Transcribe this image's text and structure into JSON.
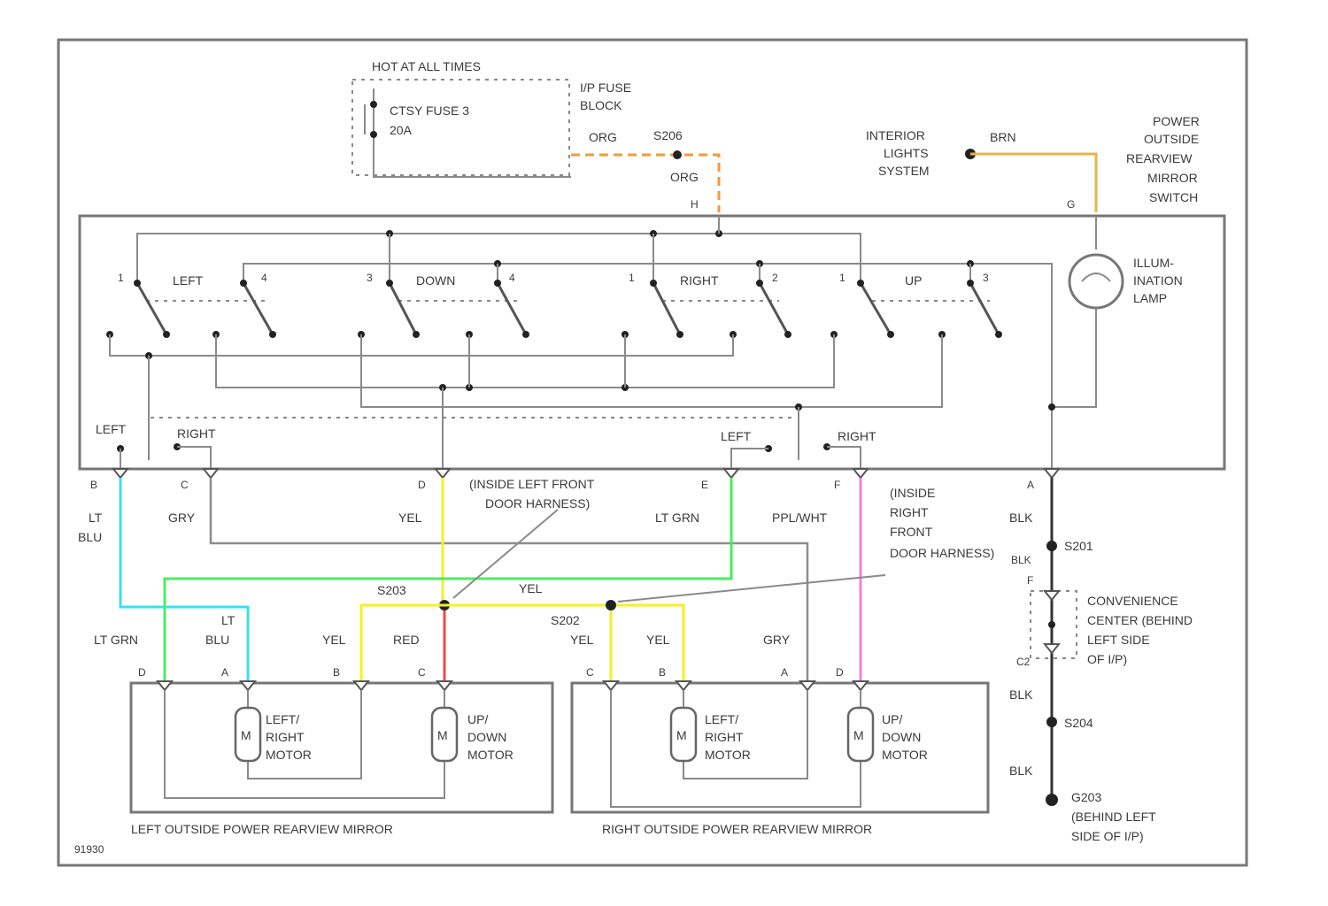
{
  "colors": {
    "org": "#f39a3a",
    "brn": "#e8b34a",
    "ltblu": "#38e0f0",
    "ltgrn": "#49ee5e",
    "yel": "#f4ef28",
    "red": "#f04a4a",
    "ppl": "#f07ee6",
    "gry": "#8d8d8d",
    "blk": "#333333"
  },
  "fuse": {
    "hot": "HOT AT ALL TIMES",
    "name": "CTSY FUSE 3",
    "rating": "20A",
    "block": [
      "I/P FUSE",
      "BLOCK"
    ]
  },
  "splices": {
    "s206": "S206",
    "s203": "S203",
    "s202": "S202",
    "s201": "S201",
    "s204": "S204",
    "g203": "G203"
  },
  "interior": [
    "INTERIOR",
    "LIGHTS",
    "SYSTEM"
  ],
  "switch_title": [
    "POWER",
    "OUTSIDE",
    "REARVIEW",
    "MIRROR",
    "SWITCH"
  ],
  "illum": [
    "ILLUM-",
    "INATION",
    "LAMP"
  ],
  "switch_labels": {
    "left": "LEFT",
    "down": "DOWN",
    "right": "RIGHT",
    "up": "UP",
    "sel_left": "LEFT",
    "sel_right": "RIGHT"
  },
  "pins": {
    "a": "A",
    "b": "B",
    "c": "C",
    "d": "D",
    "e": "E",
    "f": "F",
    "g": "G",
    "h": "H",
    "c2": "C2",
    "f_conv": "F"
  },
  "wire_labels": {
    "org": "ORG",
    "brn": "BRN",
    "lt": "LT",
    "blu": "BLU",
    "gry": "GRY",
    "yel": "YEL",
    "ltgrn": "LT GRN",
    "pplwht": "PPL/WHT",
    "blk": "BLK",
    "red": "RED"
  },
  "harness_left": [
    "(INSIDE LEFT FRONT",
    "DOOR HARNESS)"
  ],
  "harness_right": [
    "(INSIDE",
    "RIGHT",
    "FRONT",
    "DOOR HARNESS)"
  ],
  "convenience": [
    "CONVENIENCE",
    "CENTER (BEHIND",
    "LEFT SIDE",
    "OF I/P)"
  ],
  "ground": [
    "(BEHIND LEFT",
    "SIDE OF I/P)"
  ],
  "motor_lr": [
    "LEFT/",
    "RIGHT",
    "MOTOR"
  ],
  "motor_ud": [
    "UP/",
    "DOWN",
    "MOTOR"
  ],
  "motor_symbol": "M",
  "left_mirror": "LEFT OUTSIDE POWER REARVIEW MIRROR",
  "right_mirror": "RIGHT OUTSIDE POWER REARVIEW MIRROR",
  "figure_id": "91930"
}
